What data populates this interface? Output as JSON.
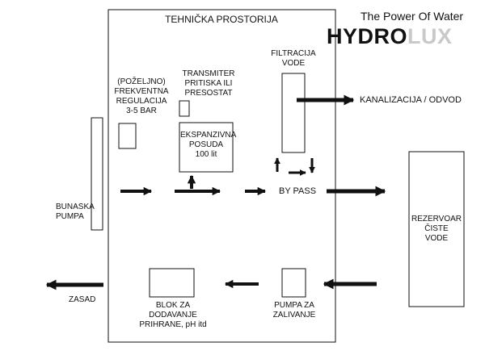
{
  "room_title": "TEHNIČKA PROSTORIJA",
  "brand": {
    "tagline": "The Power Of Water",
    "logo_dark": "HYDRO",
    "logo_light": "LUX"
  },
  "labels": {
    "freq_reg": "(POŽELJNO)\nFREKVENTNA\nREGULACIJA\n3-5 BAR",
    "transmitter": "TRANSMITER\nPRITISKA ILI\nPRESOSTAT",
    "expansion_vessel": "EKSPANZIVNA\nPOSUDA\n100 lit",
    "filtration": "FILTRACIJA\nVODE",
    "sewer": "KANALIZACIJA / ODVOD",
    "bypass": "BY PASS",
    "well_pump": "BUNASKA\nPUMPA",
    "reservoir": "REZERVOAR\nČISTE\nVODE",
    "irrigation": "ZASAD",
    "dosing_block": "BLOK ZA\nDODAVANJE\nPRIHRANE, pH itd",
    "irrigation_pump": "PUMPA ZA\nZALIVANJE"
  },
  "colors": {
    "line": "#111111",
    "logo_light": "#c9c9c9"
  }
}
